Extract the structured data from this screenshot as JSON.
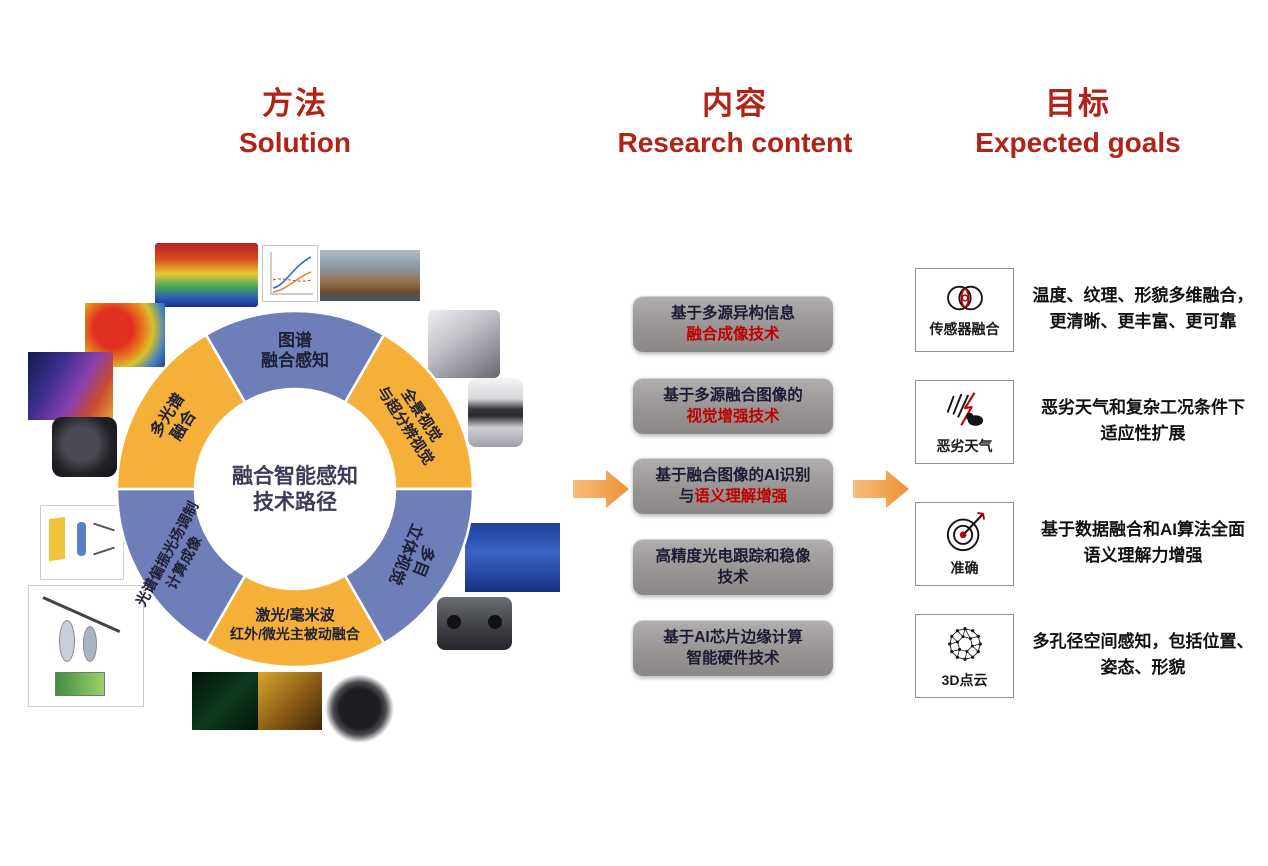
{
  "colors": {
    "header_red": "#b12217",
    "ring_yellow": "#f5b03a",
    "ring_blue": "#6e7eb8",
    "box_gray": "#989494",
    "box_text_dark": "#1b1b33",
    "box_text_red": "#c00000",
    "arrow_orange": "#ee9134"
  },
  "headers": {
    "methods_zh": "方法",
    "methods_en": "Solution",
    "content_zh": "内容",
    "content_en": "Research content",
    "goals_zh": "目标",
    "goals_en": "Expected goals"
  },
  "ring": {
    "center_line1": "融合智能感知",
    "center_line2": "技术路径",
    "segments": [
      {
        "position": "top",
        "color": "blue",
        "line1": "图谱",
        "line2": "融合感知"
      },
      {
        "position": "upper-right",
        "color": "yellow",
        "line1": "全景视觉",
        "line2": "与超分辨视觉"
      },
      {
        "position": "lower-right",
        "color": "blue",
        "line1": "多目",
        "line2": "立体视觉"
      },
      {
        "position": "bottom",
        "color": "yellow",
        "line1": "激光/毫米波",
        "line2": "红外/微光主被动融合"
      },
      {
        "position": "lower-left",
        "color": "blue",
        "line1": "光谱偏振光场调制",
        "line2": "计算成像"
      },
      {
        "position": "upper-left",
        "color": "yellow",
        "line1": "多光谱",
        "line2": "融合"
      }
    ]
  },
  "research": {
    "boxes": [
      {
        "line1": "基于多源异构信息",
        "line2_dark": "",
        "line2_red": "融合成像技术"
      },
      {
        "line1": "基于多源融合图像的",
        "line2_dark": "",
        "line2_red": "视觉增强技术"
      },
      {
        "line1": "基于融合图像的AI识别",
        "line2_dark": "与",
        "line2_red": "语义理解增强"
      },
      {
        "line1": "高精度光电跟踪和稳像",
        "line2_dark": "技术",
        "line2_red": ""
      },
      {
        "line1": "基于AI芯片边缘计算",
        "line2_dark": "智能硬件技术",
        "line2_red": ""
      }
    ]
  },
  "goals": {
    "items": [
      {
        "icon": "sensor-fusion-icon",
        "label": "传感器融合",
        "desc1": "温度、纹理、形貌多维融合，",
        "desc2": "更清晰、更丰富、更可靠"
      },
      {
        "icon": "bad-weather-icon",
        "label": "恶劣天气",
        "desc1": "恶劣天气和复杂工况条件下",
        "desc2": "适应性扩展"
      },
      {
        "icon": "accuracy-target-icon",
        "label": "准确",
        "desc1": "基于数据融合和AI算法全面",
        "desc2": "语义理解力增强"
      },
      {
        "icon": "point-cloud-icon",
        "label": "3D点云",
        "desc1": "多孔径空间感知，包括位置、",
        "desc2": "姿态、形貌"
      }
    ]
  },
  "decorations": {
    "arrow_icons": [
      "right-block-arrow",
      "right-block-arrow"
    ],
    "thumbnails": [
      "thermal-surface-cube",
      "line-chart",
      "pipeline-panorama",
      "thermal-fruits",
      "multi-camera-cube",
      "spectral-image",
      "ptz-camera",
      "camera-lens",
      "optical-lens-diagram",
      "warehouse-boxes",
      "optical-path-diagram",
      "stereo-camera",
      "night-vision-image",
      "thermal-scene",
      "gimbal-camera"
    ]
  }
}
